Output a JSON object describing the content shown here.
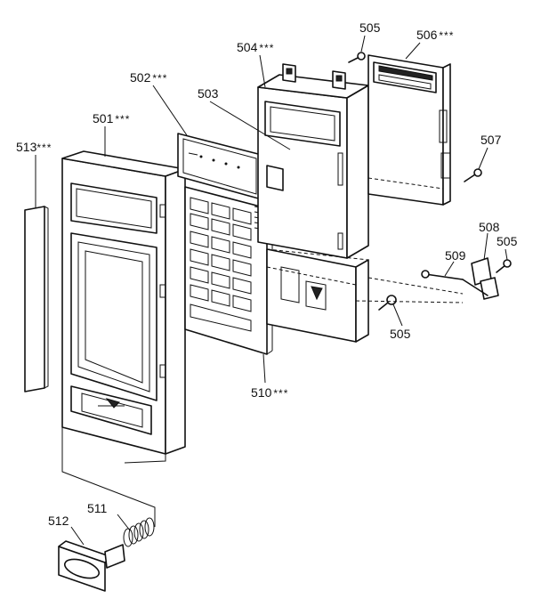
{
  "parts": [
    {
      "id": "part-501",
      "number": "501",
      "mark": "***"
    },
    {
      "id": "part-502",
      "number": "502",
      "mark": "***"
    },
    {
      "id": "part-503",
      "number": "503",
      "mark": ""
    },
    {
      "id": "part-504",
      "number": "504",
      "mark": "***"
    },
    {
      "id": "part-505a",
      "number": "505",
      "mark": ""
    },
    {
      "id": "part-505b",
      "number": "505",
      "mark": ""
    },
    {
      "id": "part-505c",
      "number": "505",
      "mark": ""
    },
    {
      "id": "part-506",
      "number": "506",
      "mark": "***"
    },
    {
      "id": "part-507",
      "number": "507",
      "mark": ""
    },
    {
      "id": "part-508",
      "number": "508",
      "mark": ""
    },
    {
      "id": "part-509",
      "number": "509",
      "mark": ""
    },
    {
      "id": "part-510",
      "number": "510",
      "mark": "***"
    },
    {
      "id": "part-511",
      "number": "511",
      "mark": ""
    },
    {
      "id": "part-512",
      "number": "512",
      "mark": ""
    },
    {
      "id": "part-513",
      "number": "513",
      "mark": "***"
    }
  ]
}
